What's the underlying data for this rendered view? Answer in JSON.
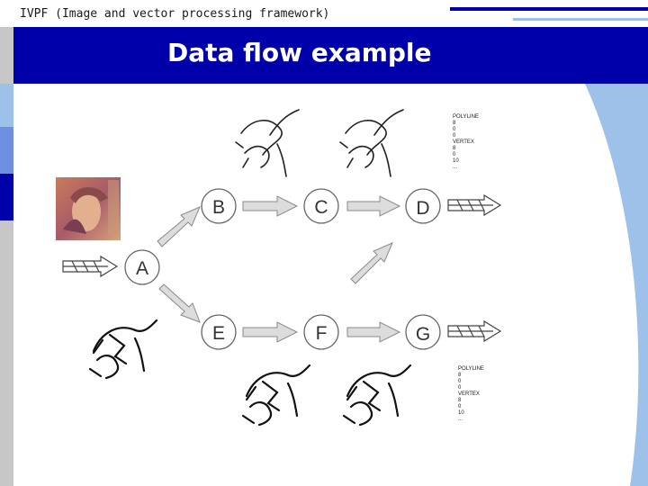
{
  "header": {
    "title": "IVPF (Image and vector processing framework)"
  },
  "slide": {
    "title": "Data flow example"
  },
  "nodes": {
    "a": "A",
    "b": "B",
    "c": "C",
    "d": "D",
    "e": "E",
    "f": "F",
    "g": "G"
  },
  "dxf_top": [
    "POLYLINE",
    "8",
    "0",
    "0",
    "VERTEX",
    "8",
    "0",
    "10",
    "..."
  ],
  "dxf_bottom": [
    "POLYLINE",
    "8",
    "0",
    "0",
    "VERTEX",
    "8",
    "0",
    "10",
    "..."
  ],
  "colors": {
    "title_bar": "#0000aa",
    "deco_dark": "#0000aa",
    "deco_light": "#9ec1ea",
    "arrow_fill": "#dcdcdc",
    "left_strip": "#c7c7c7"
  }
}
